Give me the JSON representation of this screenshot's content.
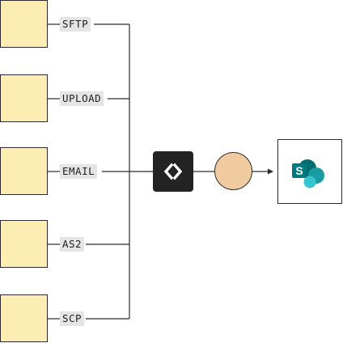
{
  "diagram": {
    "sources": [
      {
        "protocol": "SFTP"
      },
      {
        "protocol": "UPLOAD"
      },
      {
        "protocol": "EMAIL"
      },
      {
        "protocol": "AS2"
      },
      {
        "protocol": "SCP"
      }
    ],
    "hub": {
      "icon": "code-diamond-icon"
    },
    "process": {
      "icon": "circle-node"
    },
    "destination": {
      "icon": "sharepoint-icon"
    },
    "colors": {
      "source_fill": "#fcedb3",
      "label_bg": "#e5e5e5",
      "hub_fill": "#232323",
      "process_fill": "#f0cb9f",
      "sharepoint_dark": "#036c70",
      "sharepoint_mid": "#1a9ba1",
      "sharepoint_light": "#37c6d0",
      "line": "#2b2b2b"
    }
  }
}
